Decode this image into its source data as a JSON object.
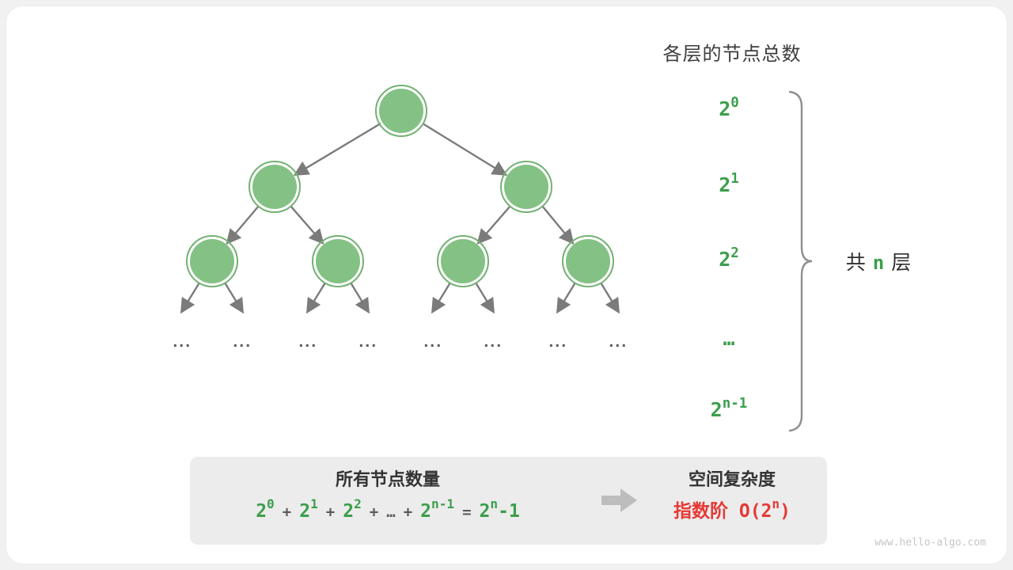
{
  "header": {
    "title": "各层的节点总数"
  },
  "tree": {
    "ellipsis": "..."
  },
  "levels": [
    "2^0",
    "2^1",
    "2^2",
    "…",
    "2^{n-1}"
  ],
  "brace_label": {
    "pre": "共",
    "var": "n",
    "post": "层"
  },
  "summary": {
    "left_title": "所有节点数量",
    "formula_parts": [
      {
        "t": "2^0",
        "c": "green"
      },
      {
        "t": "+",
        "c": "op"
      },
      {
        "t": "2^1",
        "c": "green"
      },
      {
        "t": "+",
        "c": "op"
      },
      {
        "t": "2^2",
        "c": "green"
      },
      {
        "t": "+",
        "c": "op"
      },
      {
        "t": "…",
        "c": "op"
      },
      {
        "t": "+",
        "c": "op"
      },
      {
        "t": "2^{n-1}",
        "c": "green"
      },
      {
        "t": "=",
        "c": "op"
      },
      {
        "t": "2^n-1",
        "c": "green"
      }
    ],
    "right_title": "空间复杂度",
    "complexity": "指数阶 O(2^n)"
  },
  "watermark": "www.hello-algo.com",
  "colors": {
    "node_green": "#84c184",
    "node_ring_green": "#74b174",
    "text_green": "#3c9e4c",
    "alert_red": "#e53935",
    "edge_gray": "#7b7b7b",
    "summary_bg": "#ececec"
  }
}
